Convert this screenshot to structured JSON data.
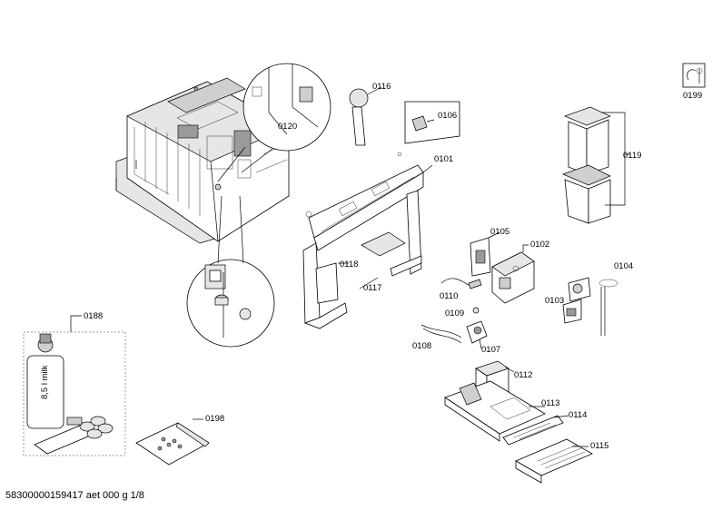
{
  "labels": {
    "p0101": "0101",
    "p0102": "0102",
    "p0103": "0103",
    "p0104": "0104",
    "p0105": "0105",
    "p0106": "0106",
    "p0107": "0107",
    "p0108": "0108",
    "p0109": "0109",
    "p0110": "0110",
    "p0112": "0112",
    "p0113": "0113",
    "p0114": "0114",
    "p0115": "0115",
    "p0116": "0116",
    "p0117": "0117",
    "p0118": "0118",
    "p0119": "0119",
    "p0120": "0120",
    "p0188": "0188",
    "p0198": "0198",
    "p0199": "0199"
  },
  "bottle_text": "8,5 l milk",
  "footer": "58300000159417 aet 000 g 1/8"
}
